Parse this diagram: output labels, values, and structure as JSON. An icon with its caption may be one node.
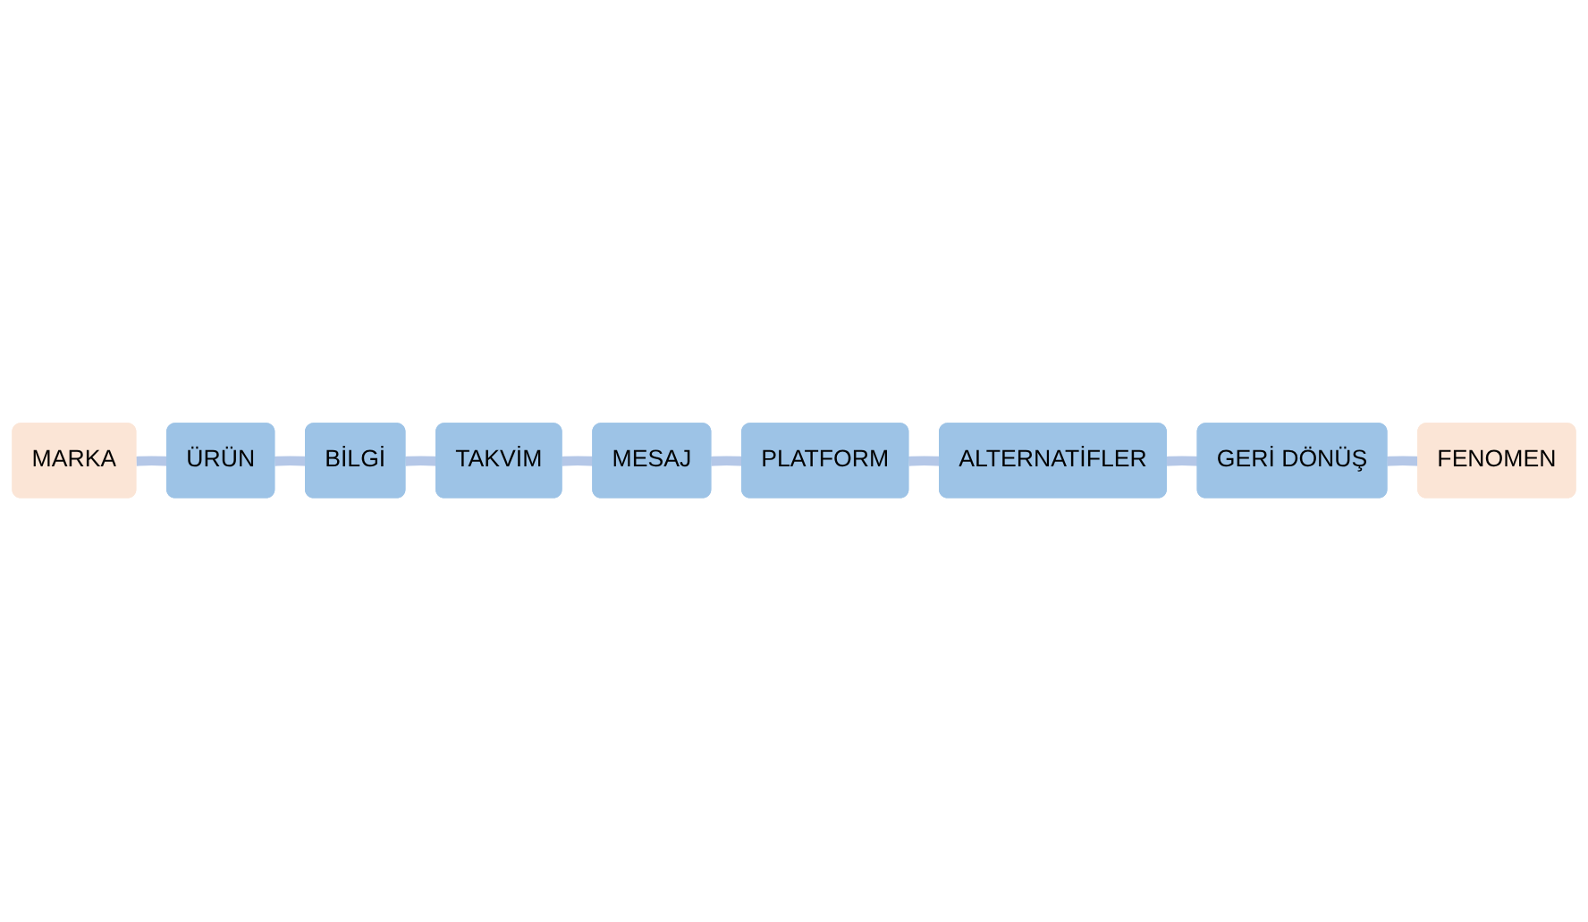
{
  "diagram": {
    "nodes": [
      {
        "text": [
          "MARKA"
        ]
      },
      {
        "text": [
          "ÜRÜN"
        ]
      },
      {
        "text": [
          "BİLGİ"
        ]
      },
      {
        "text": [
          "TAKVİM"
        ]
      },
      {
        "text": [
          "MESAJ"
        ]
      },
      {
        "text": [
          "PLATFORM"
        ]
      },
      {
        "text": [
          "ALTERNATİFLER"
        ]
      },
      {
        "text": [
          "GERİ DÖNÜŞ"
        ]
      },
      {
        "text": [
          "FENOMEN"
        ]
      }
    ],
    "edges": [
      {
        "from": 0,
        "to": 1,
        "arrow": "none"
      },
      {
        "from": 1,
        "to": 2,
        "arrow": "none"
      },
      {
        "from": 2,
        "to": 3,
        "arrow": "none"
      },
      {
        "from": 3,
        "to": 4,
        "arrow": "none"
      },
      {
        "from": 4,
        "to": 5,
        "arrow": "none"
      },
      {
        "from": 5,
        "to": 6,
        "arrow": "none"
      },
      {
        "from": 6,
        "to": 7,
        "arrow": "none"
      },
      {
        "from": 7,
        "to": 8,
        "arrow": "none"
      }
    ]
  }
}
